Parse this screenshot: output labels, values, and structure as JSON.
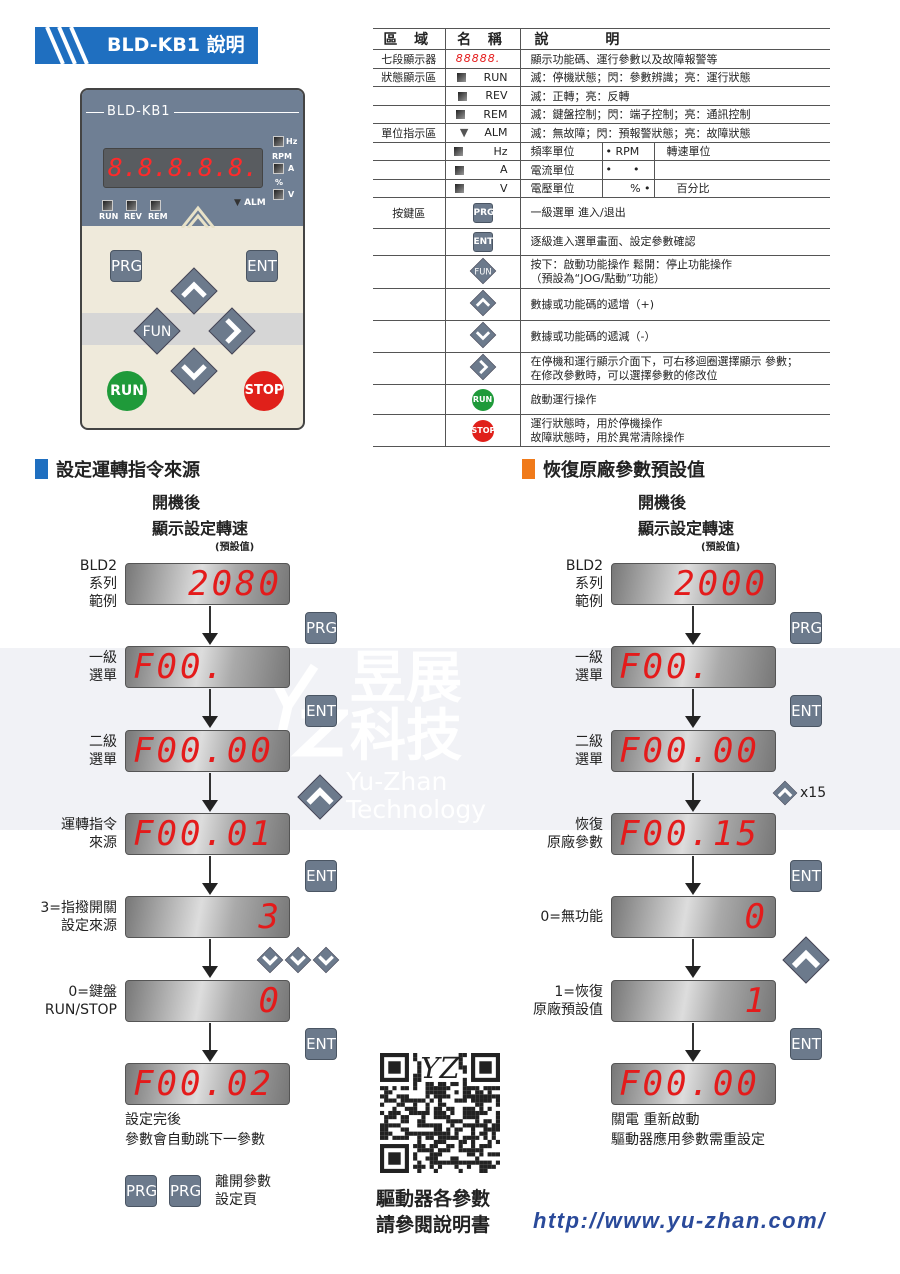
{
  "title": "BLD-KB1 說明",
  "panel": {
    "model": "BLD-KB1",
    "display": "8.8.8.8.8.",
    "status_leds": [
      "RUN",
      "REV",
      "REM"
    ],
    "alm": "ALM",
    "units": [
      "Hz",
      "RPM",
      "A",
      "%",
      "V"
    ],
    "buttons": {
      "prg": "PRG",
      "ent": "ENT",
      "fun": "FUN",
      "run": "RUN",
      "stop": "STOP"
    }
  },
  "table": {
    "headers": [
      "區 域",
      "名 稱",
      "說 明"
    ],
    "rows": [
      {
        "area": "七段顯示器",
        "name": "88888.",
        "desc": "顯示功能碼、運行參數以及故障報警等"
      },
      {
        "area": "狀態顯示區",
        "name": "RUN",
        "desc": "滅：停機狀態；閃：參數辨識；亮：運行狀態"
      },
      {
        "area": "",
        "name": "REV",
        "desc": "滅：正轉；亮：反轉"
      },
      {
        "area": "",
        "name": "REM",
        "desc": "滅：鍵盤控制；閃：端子控制；亮：通訊控制"
      },
      {
        "area": "單位指示區",
        "name": "ALM",
        "desc": "滅：無故障；閃：預報警狀態；亮：故障狀態"
      },
      {
        "area": "",
        "name": "Hz",
        "desc": "頻率單位",
        "sub": "• RPM",
        "extra": "轉速單位"
      },
      {
        "area": "",
        "name": "A",
        "desc": "電流單位",
        "sub": "•      •",
        "extra": ""
      },
      {
        "area": "",
        "name": "V",
        "desc": "電壓單位",
        "sub": "% •",
        "extra": "百分比"
      }
    ],
    "keys_area": "按鍵區",
    "keys": [
      {
        "key": "PRG",
        "desc": [
          "一級選單 進入/退出"
        ]
      },
      {
        "key": "ENT",
        "desc": [
          "逐級進入選單畫面、設定參數確認"
        ]
      },
      {
        "key": "FUN",
        "desc": [
          "按下：啟動功能操作 鬆開：停止功能操作",
          "（預設為“JOG/點動”功能）"
        ]
      },
      {
        "key": "up",
        "desc": [
          "數據或功能碼的遞增（+)"
        ]
      },
      {
        "key": "down",
        "desc": [
          "數據或功能碼的遞減（-）"
        ]
      },
      {
        "key": "right",
        "desc": [
          "在停機和運行顯示介面下，可右移迴圈選擇顯示 參數；",
          "在修改參數時，可以選擇參數的修改位"
        ]
      },
      {
        "key": "RUN",
        "desc": [
          "啟動運行操作"
        ]
      },
      {
        "key": "STOP",
        "desc": [
          "運行狀態時，用於停機操作",
          "故障狀態時，用於異常清除操作"
        ]
      }
    ]
  },
  "left": {
    "heading": "設定運轉指令來源",
    "top": [
      "開機後",
      "顯示設定轉速",
      "(預設值)"
    ],
    "steps": [
      {
        "label": [
          "BLD2",
          "系列",
          "範例"
        ],
        "display": "2080"
      },
      {
        "label": [
          "一級",
          "選單"
        ],
        "display": "F00."
      },
      {
        "label": [
          "二級",
          "選單"
        ],
        "display": "F00.00"
      },
      {
        "label": [
          "運轉指令",
          "來源"
        ],
        "display": "F00.01"
      },
      {
        "label": [
          "3=指撥開關",
          "設定來源"
        ],
        "display": "3"
      },
      {
        "label": [
          "0=鍵盤",
          "RUN/STOP"
        ],
        "display": "0"
      },
      {
        "label": [],
        "display": "F00.02"
      }
    ],
    "caption": [
      "設定完後",
      "參數會自動跳下一參數"
    ],
    "buttons": {
      "prg": "PRG",
      "ent": "ENT"
    },
    "exit_label": [
      "離開參數",
      "設定頁"
    ]
  },
  "right": {
    "heading": "恢復原廠參數預設值",
    "top": [
      "開機後",
      "顯示設定轉速",
      "(預設值)"
    ],
    "steps": [
      {
        "label": [
          "BLD2",
          "系列",
          "範例"
        ],
        "display": "2000"
      },
      {
        "label": [
          "一級",
          "選單"
        ],
        "display": "F00."
      },
      {
        "label": [
          "二級",
          "選單"
        ],
        "display": "F00.00"
      },
      {
        "label": [
          "恢復",
          "原廠參數"
        ],
        "display": "F00.15"
      },
      {
        "label": [
          "0=無功能"
        ],
        "display": "0"
      },
      {
        "label": [
          "1=恢復",
          "原廠預設值"
        ],
        "display": "1"
      },
      {
        "label": [],
        "display": "F00.00"
      }
    ],
    "repeat": "x15",
    "caption": [
      "關電 重新啟動",
      "驅動器應用參數需重設定"
    ],
    "buttons": {
      "prg": "PRG",
      "ent": "ENT"
    }
  },
  "watermark": {
    "logo": "YZ",
    "name": "昱展科技",
    "english": "Yu-Zhan Technology"
  },
  "qr_caption": [
    "驅動器各參數",
    "請參閱說明書"
  ],
  "url": "http://www.yu-zhan.com/",
  "colors": {
    "brand": "#1f6fc0",
    "accent": "#f07a1a",
    "segment": "#e41b1b",
    "key": "#6c7a8c",
    "run": "#1f9a3a",
    "stop": "#e0201a"
  }
}
